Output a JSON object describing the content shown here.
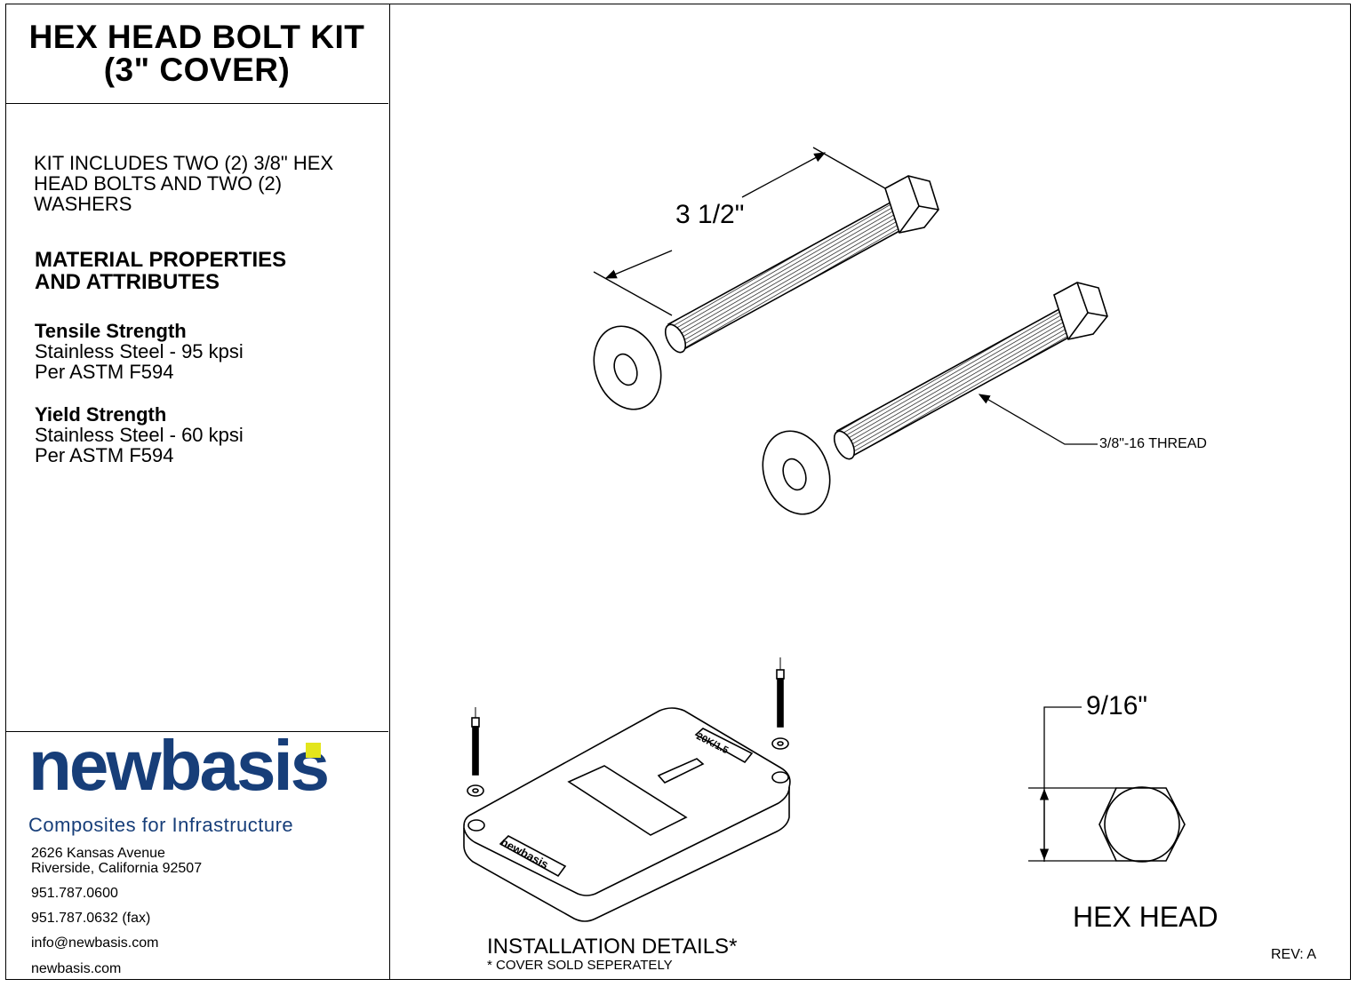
{
  "title": {
    "line1": "HEX HEAD BOLT KIT",
    "line2": "(3\" COVER)"
  },
  "description": {
    "line1": "KIT INCLUDES TWO (2) 3/8\" HEX",
    "line2": "HEAD BOLTS AND TWO (2)",
    "line3": "WASHERS"
  },
  "properties": {
    "heading1": "MATERIAL PROPERTIES",
    "heading2": "AND ATTRIBUTES",
    "tensile": {
      "title": "Tensile Strength",
      "value": "Stainless Steel - 95 kpsi",
      "standard": "Per ASTM F594"
    },
    "yield": {
      "title": "Yield Strength",
      "value": "Stainless Steel - 60 kpsi",
      "standard": "Per ASTM F594"
    }
  },
  "logo": {
    "word": "newbasis",
    "tagline": "Composites for Infrastructure",
    "accent_color": "#e3e51c",
    "brand_color": "#173e79"
  },
  "contact": {
    "address1": "2626 Kansas Avenue",
    "address2": "Riverside, California  92507",
    "phone": "951.787.0600",
    "fax": "951.787.0632 (fax)",
    "email": "info@newbasis.com",
    "web": "newbasis.com"
  },
  "drawing": {
    "length_dim": "3 1/2\"",
    "thread_label": "3/8\"-16 THREAD",
    "head_dim": "9/16\"",
    "head_label": "HEX HEAD",
    "install_label": "INSTALLATION DETAILS*",
    "install_note": "* COVER SOLD SEPERATELY",
    "cover_marking": "20K/1.5",
    "cover_logo": "newbasis",
    "revision": "REV: A"
  }
}
